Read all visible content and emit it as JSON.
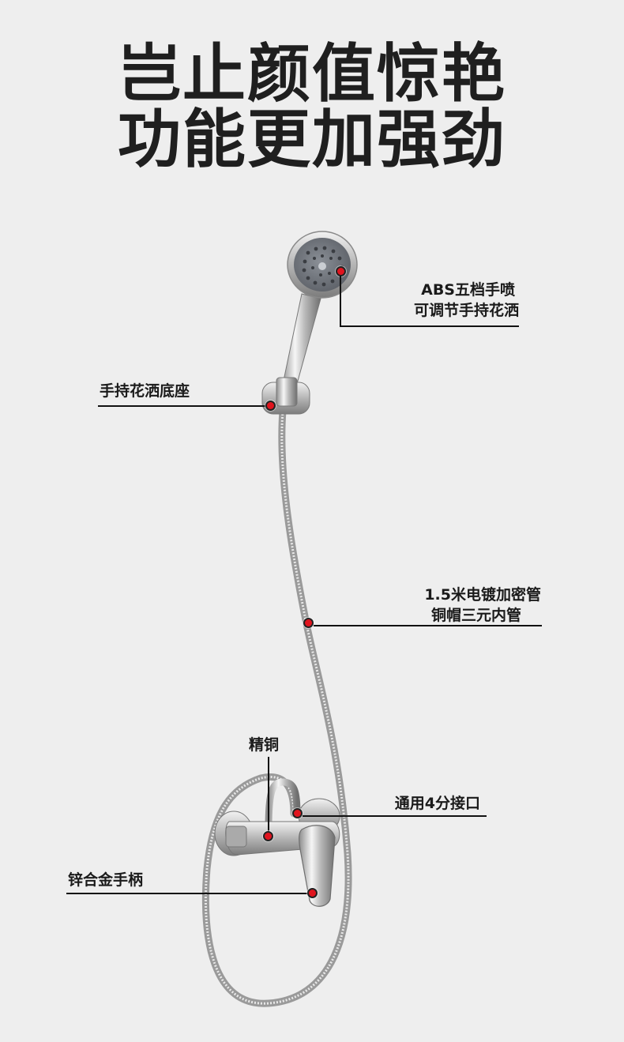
{
  "headline": {
    "line1": "岂止颜值惊艳",
    "line2": "功能更加强劲"
  },
  "callouts": {
    "shower_head": {
      "line1": "ABS五档手喷",
      "line2": "可调节手持花洒"
    },
    "holder": {
      "label": "手持花洒底座"
    },
    "hose": {
      "line1": "1.5米电镀加密管",
      "line2": "铜帽三元内管"
    },
    "brass": {
      "label": "精铜"
    },
    "connector": {
      "label": "通用4分接口"
    },
    "handle": {
      "label": "锌合金手柄"
    }
  },
  "colors": {
    "background": "#eeeeee",
    "headline": "#1f1f1f",
    "marker": "#e0141e",
    "leader_line": "#111111",
    "chrome": "#c8c8c8"
  }
}
